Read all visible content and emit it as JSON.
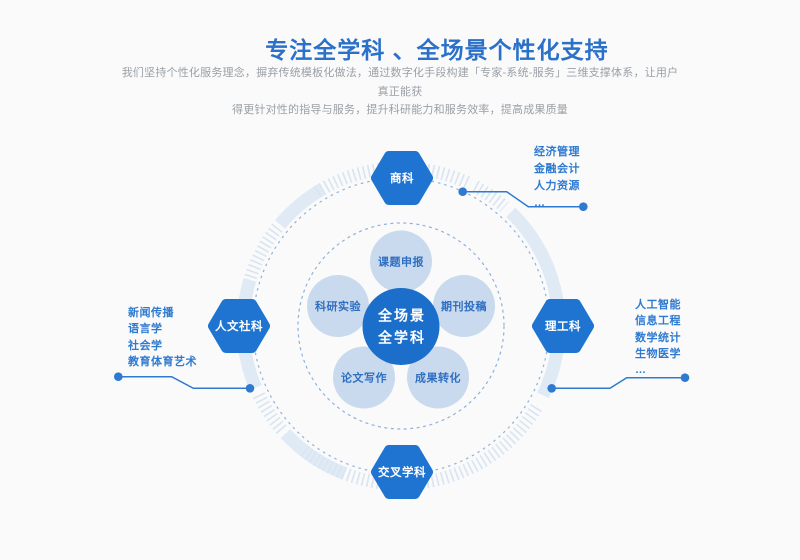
{
  "page": {
    "title": "专注全学科 、全场景个性化支持",
    "subtitle_lines": [
      "我们坚持个性化服务理念，摒弃传统模板化做法，通过数字化手段构建「专家-系统-服务」三维支撑体系，让用户真正能获",
      "得更针对性的指导与服务，提升科研能力和服务效率，提高成果质量"
    ]
  },
  "diagram": {
    "center": {
      "line1": "全场景",
      "line2": "全学科"
    },
    "services": [
      "课题申报",
      "科研实验",
      "期刊投稿",
      "论文写作",
      "成果转化"
    ],
    "categories": [
      {
        "label": "商科",
        "items": [
          "经济管理",
          "金融会计",
          "人力资源",
          "…"
        ]
      },
      {
        "label": "人文社科",
        "items": [
          "新闻传播",
          "语言学",
          "社会学",
          "教育体育艺术"
        ]
      },
      {
        "label": "理工科",
        "items": [
          "人工智能",
          "信息工程",
          "数学统计",
          "生物医学",
          "…"
        ]
      },
      {
        "label": "交叉学科",
        "items": []
      }
    ]
  },
  "colors": {
    "background": "#fafafa",
    "title_blue": "#2b70c9",
    "subtitle_gray": "#9aa0a7",
    "primary_blue": "#1e74d0",
    "center_circle_blue": "#1b6fca",
    "service_node_fill": "#c9daee",
    "service_node_text": "#2f6fc1",
    "list_text_blue": "#2e7ad0",
    "dashed_ring": "#8fb2dc",
    "band_solid": "#e0eaf5",
    "band_ticks": "#d9e5f2"
  }
}
